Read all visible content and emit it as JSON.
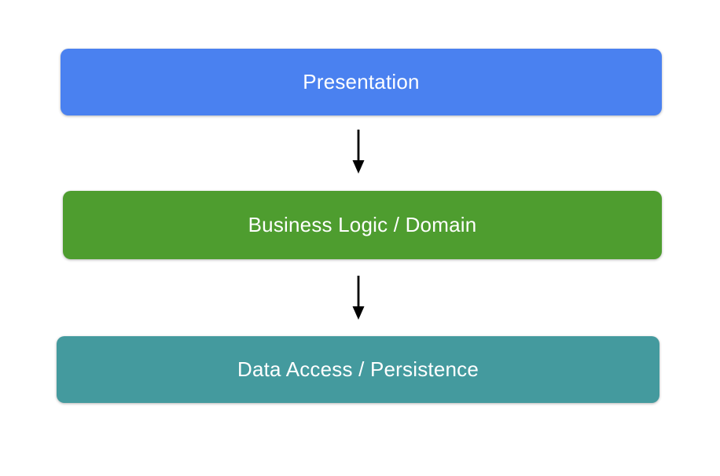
{
  "diagram": {
    "title": "Layered architecture diagram",
    "background_color": "#ffffff",
    "text_color": "#ffffff",
    "arrow_color": "#000000",
    "layers": [
      {
        "id": "presentation",
        "label": "Presentation",
        "color": "#4a81f0",
        "text_color": "#ffffff"
      },
      {
        "id": "business-logic",
        "label": "Business Logic / Domain",
        "color": "#4e9d2f",
        "text_color": "#ffffff"
      },
      {
        "id": "data-access",
        "label": "Data Access / Persistence",
        "color": "#449a9e",
        "text_color": "#ffffff"
      }
    ],
    "arrows": [
      {
        "from": "presentation",
        "to": "business-logic",
        "direction": "down",
        "color": "#000000"
      },
      {
        "from": "business-logic",
        "to": "data-access",
        "direction": "down",
        "color": "#000000"
      }
    ]
  }
}
